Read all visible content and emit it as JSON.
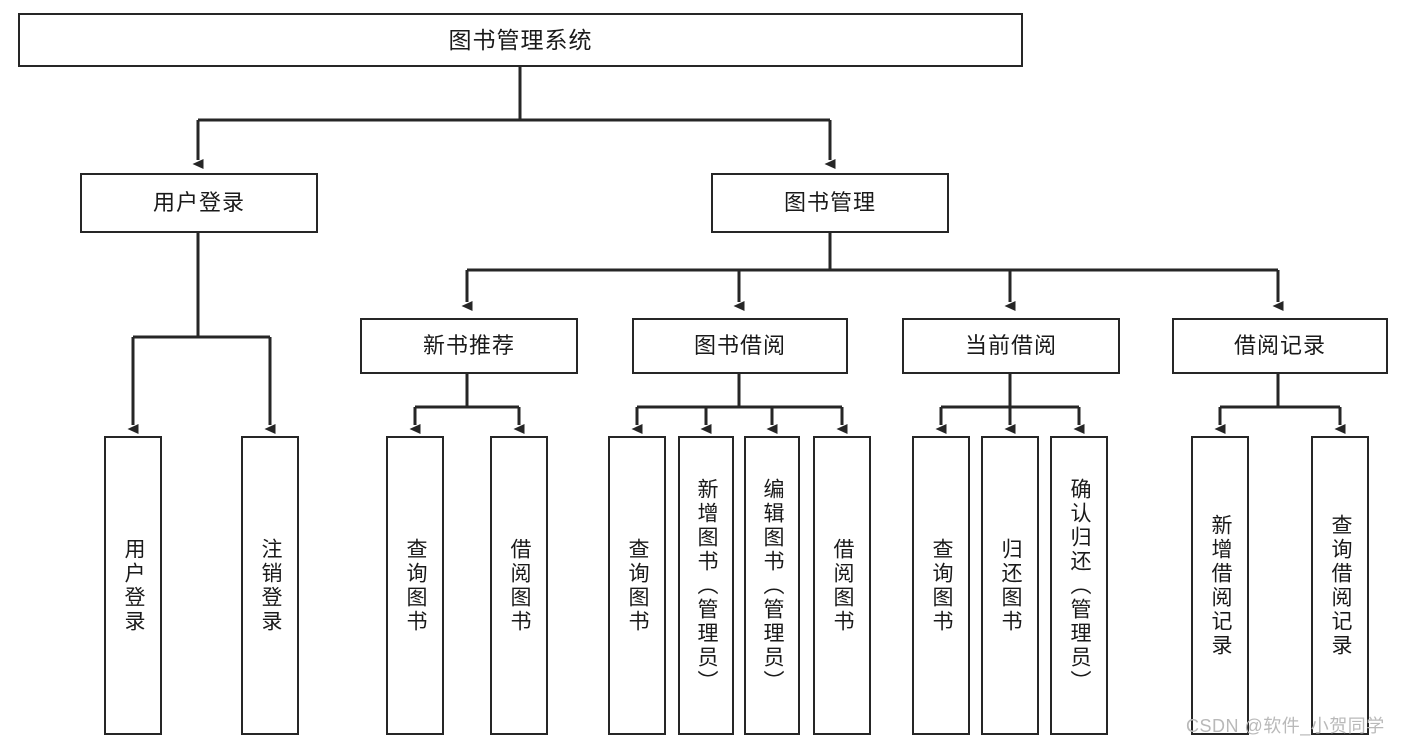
{
  "diagram": {
    "title": "图书管理系统",
    "type": "hierarchy-tree",
    "root": {
      "label": "图书管理系统"
    },
    "level2": [
      {
        "label": "用户登录"
      },
      {
        "label": "图书管理"
      }
    ],
    "level3": [
      {
        "label": "新书推荐"
      },
      {
        "label": "图书借阅"
      },
      {
        "label": "当前借阅"
      },
      {
        "label": "借阅记录"
      }
    ],
    "leaves": [
      {
        "label": "用户登录"
      },
      {
        "label": "注销登录"
      },
      {
        "label": "查询图书"
      },
      {
        "label": "借阅图书"
      },
      {
        "label": "查询图书"
      },
      {
        "label": "新增图书（管理员）"
      },
      {
        "label": "编辑图书（管理员）"
      },
      {
        "label": "借阅图书"
      },
      {
        "label": "查询图书"
      },
      {
        "label": "归还图书"
      },
      {
        "label": "确认归还（管理员）"
      },
      {
        "label": "新增借阅记录"
      },
      {
        "label": "查询借阅记录"
      }
    ],
    "colors": {
      "stroke": "#262626",
      "fill": "#ffffff",
      "text": "#1a1a1a",
      "watermark": "#b9b9b9"
    }
  },
  "watermark": {
    "text": "CSDN @软件_小贺同学"
  }
}
